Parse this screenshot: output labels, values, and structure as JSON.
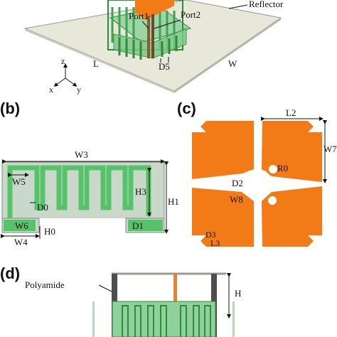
{
  "panels": {
    "a": {
      "labels": {
        "reflector": "Reflector",
        "port1": "Port1",
        "port2": "Port2",
        "d5": "D5",
        "l": "L",
        "w": "W"
      },
      "axes": {
        "z": "z",
        "x": "x",
        "y": "y"
      }
    },
    "b": {
      "tag": "(b)",
      "labels": {
        "w3": "W3",
        "w5": "W5",
        "d0": "D0",
        "h3": "H3",
        "h1": "H1",
        "w6": "W6",
        "h0": "H0",
        "d1": "D1",
        "w4": "W4"
      }
    },
    "c": {
      "tag": "(c)",
      "labels": {
        "l2": "L2",
        "w7": "W7",
        "r0": "R0",
        "d2": "D2",
        "w8": "W8",
        "d3": "D3",
        "l3": "L3"
      }
    },
    "d": {
      "tag": "(d)",
      "labels": {
        "polyamide": "Polyamide",
        "h": "H"
      }
    }
  },
  "colors": {
    "green": "#56c36a",
    "green_dark": "#2e8b3c",
    "grey_fill": "#c9d8c9",
    "orange": "#f27b18",
    "board": "#e7e7da",
    "dark": "#4d4d4d"
  }
}
